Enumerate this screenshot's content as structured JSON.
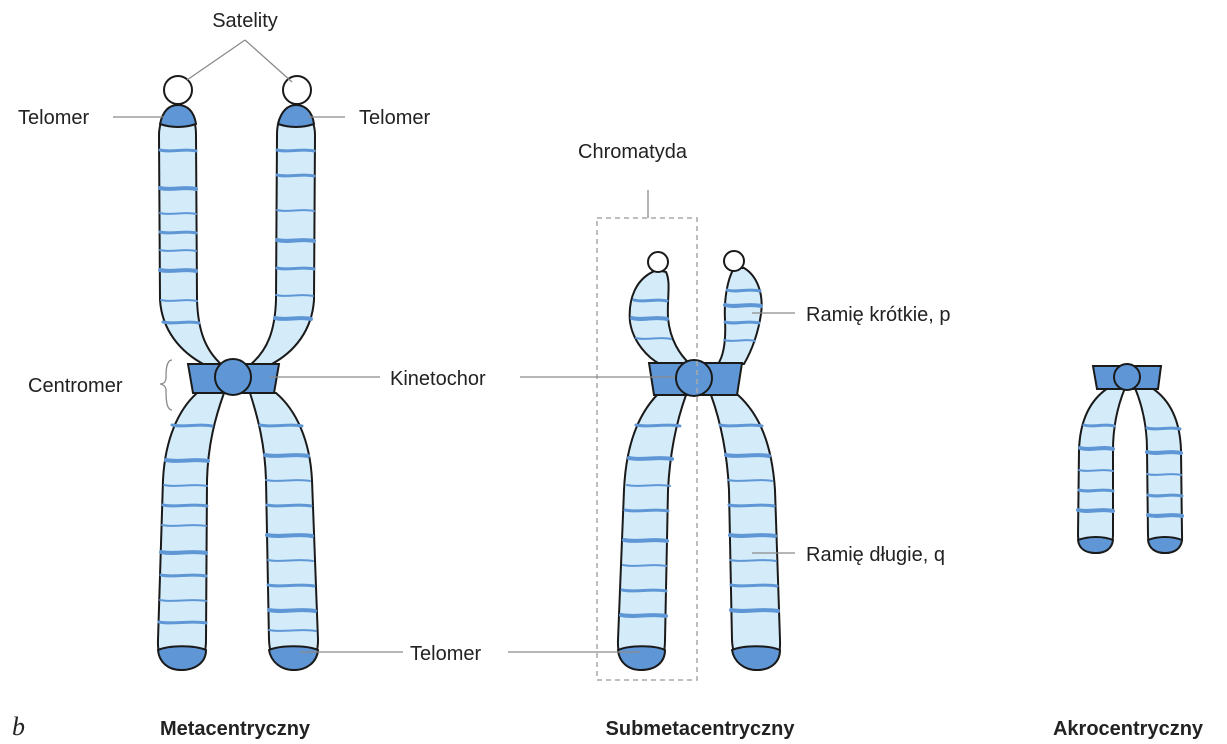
{
  "panel_letter": "b",
  "labels": {
    "satellites": "Satelity",
    "telomere_left": "Telomer",
    "telomere_right": "Telomer",
    "telomere_bottom": "Telomer",
    "centromere": "Centromer",
    "kinetochore": "Kinetochor",
    "chromatid": "Chromatyda",
    "short_arm": "Ramię krótkie, p",
    "long_arm": "Ramię długie, q"
  },
  "chromosome_types": [
    {
      "name": "Metacentryczny"
    },
    {
      "name": "Submetacentryczny"
    },
    {
      "name": "Akrocentryczny"
    }
  ],
  "colors": {
    "arm_fill": "#d4ecfa",
    "band": "#5f97d6",
    "outline": "#1a1a1a",
    "leader_line": "#8a8a8a"
  }
}
